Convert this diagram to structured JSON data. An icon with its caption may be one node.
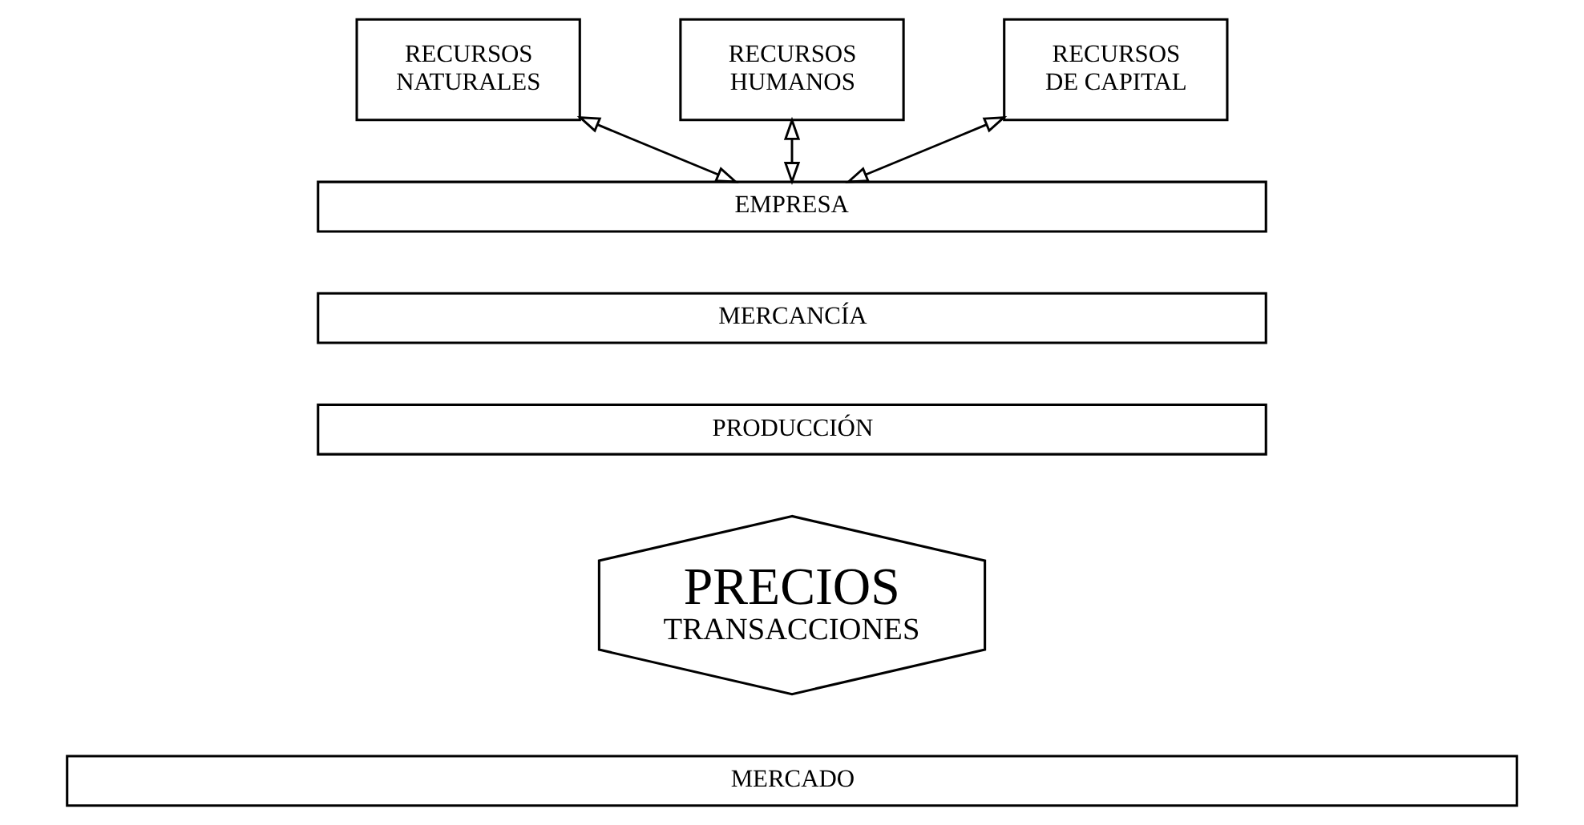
{
  "diagram": {
    "nodes": [
      {
        "text": [
          "RECURSOS NATURALES"
        ]
      },
      {
        "text": [
          "RECURSOS HUMANOS"
        ]
      },
      {
        "text": [
          "RECURSOS DE CAPITAL"
        ]
      },
      {
        "text": [
          "EMPRESA"
        ]
      },
      {
        "text": [
          "MERCANCÍA"
        ]
      },
      {
        "text": [
          "PRODUCCIÓN"
        ]
      },
      {
        "text": [
          "PRECIOS",
          "TRANSACCIONES"
        ]
      },
      {
        "text": [
          "MERCADO"
        ]
      }
    ],
    "edges": [
      {
        "from": 0,
        "to": 3,
        "arrow": "both"
      },
      {
        "from": 1,
        "to": 3,
        "arrow": "both"
      },
      {
        "from": 2,
        "to": 3,
        "arrow": "both"
      }
    ]
  }
}
